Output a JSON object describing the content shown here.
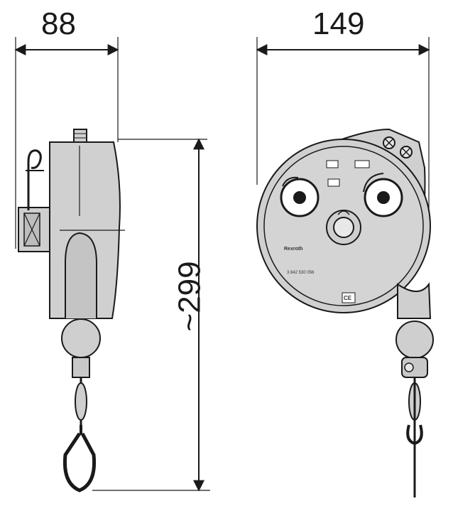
{
  "dimensions": {
    "width_label": "88",
    "depth_label": "149",
    "height_label": "~299"
  },
  "face_labels": {
    "brand": "Rexroth",
    "part_number": "3 842 530 056",
    "ce_mark": "CE"
  },
  "colors": {
    "body_fill": "#d0d0d0",
    "line": "#1a1a1a",
    "background": "#ffffff"
  }
}
